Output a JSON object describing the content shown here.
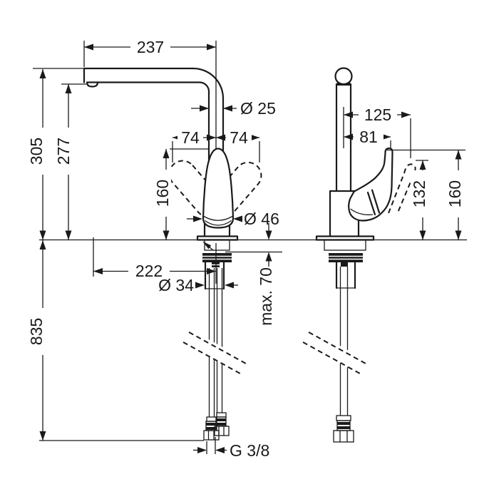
{
  "page": {
    "title": "Kitchen mixer tap technical dimension drawing",
    "background_color": "#ffffff",
    "line_color": "#1a1a1a"
  },
  "views": {
    "front": {
      "spout_reach": "237",
      "spout_diameter": "Ø 25",
      "height_to_spout_top": "305",
      "height_to_outlet": "277",
      "handle_swing_left": "74",
      "handle_swing_right": "74",
      "handle_top_height": "160",
      "body_diameter": "Ø 46",
      "outlet_to_axis": "222",
      "shank_diameter": "Ø 34",
      "max_counter_thickness": "max. 70",
      "hose_length": "835",
      "connection_thread": "G 3/8"
    },
    "side": {
      "depth_to_handle_end": "125",
      "depth_to_handle_back": "81",
      "handle_open_height": "132",
      "handle_top_height": "160"
    }
  }
}
